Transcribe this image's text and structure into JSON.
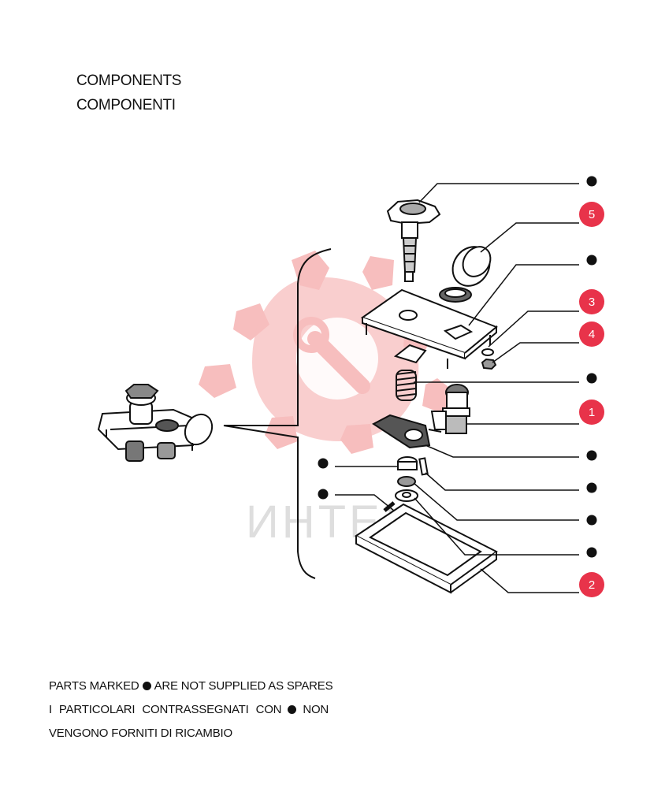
{
  "header": {
    "title_en": "COMPONENTS",
    "title_it": "COMPONENTI"
  },
  "watermark": {
    "text": "ИНТЕХ",
    "color": "#f6b3b3"
  },
  "callouts": [
    {
      "label": "",
      "kind": "not-supplied"
    },
    {
      "label": "5",
      "kind": "spare"
    },
    {
      "label": "",
      "kind": "not-supplied"
    },
    {
      "label": "3",
      "kind": "spare"
    },
    {
      "label": "4",
      "kind": "spare"
    },
    {
      "label": "",
      "kind": "not-supplied"
    },
    {
      "label": "1",
      "kind": "spare"
    },
    {
      "label": "",
      "kind": "not-supplied"
    },
    {
      "label": "",
      "kind": "not-supplied"
    },
    {
      "label": "",
      "kind": "not-supplied"
    },
    {
      "label": "",
      "kind": "not-supplied"
    },
    {
      "label": "2",
      "kind": "spare"
    }
  ],
  "left_callouts": [
    {
      "label": "",
      "kind": "not-supplied"
    },
    {
      "label": "",
      "kind": "not-supplied"
    }
  ],
  "footer": {
    "line1_before": "PARTS MARKED",
    "line1_after": "ARE NOT SUPPLIED AS SPARES",
    "line2_before": "I PARTICOLARI CONTRASSEGNATI CON",
    "line2_after": "NON",
    "line3": "VENGONO FORNITI DI RICAMBIO"
  },
  "colors": {
    "badge": "#e8334a",
    "ink": "#111111"
  }
}
